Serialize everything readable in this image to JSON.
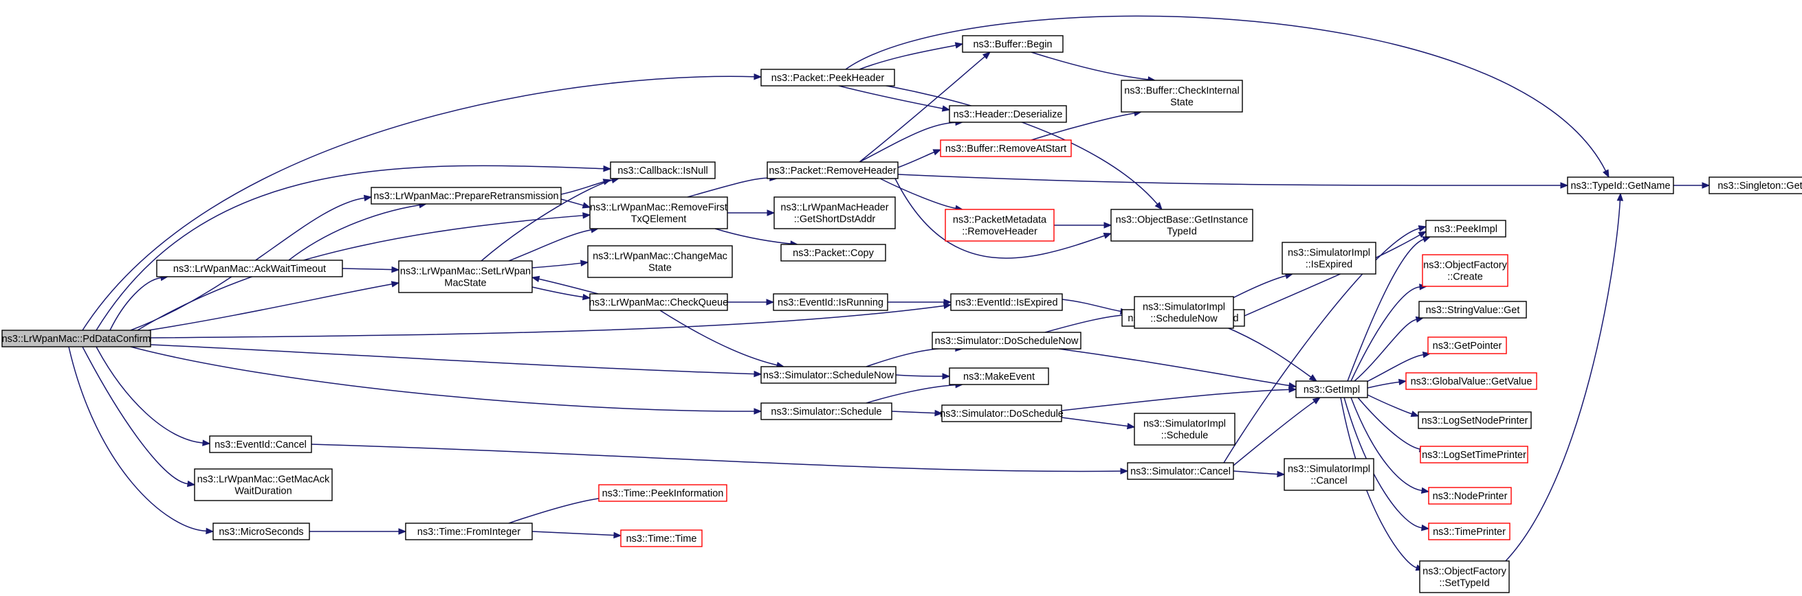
{
  "graph": {
    "nodes": {
      "root": {
        "lines": [
          "ns3::LrWpanMac::PdDataConfirm"
        ],
        "color": "#bfbfbf",
        "truncated": false
      },
      "peekHeader": {
        "lines": [
          "ns3::Packet::PeekHeader"
        ],
        "truncated": false
      },
      "bufferBegin": {
        "lines": [
          "ns3::Buffer::Begin"
        ],
        "truncated": false
      },
      "bufferCheckInternal": {
        "lines": [
          "ns3::Buffer::CheckInternal",
          "State"
        ],
        "truncated": false
      },
      "headerDeserialize": {
        "lines": [
          "ns3::Header::Deserialize"
        ],
        "truncated": false
      },
      "bufferRemoveAtStart": {
        "lines": [
          "ns3::Buffer::RemoveAtStart"
        ],
        "truncated": true
      },
      "callbackIsNull": {
        "lines": [
          "ns3::Callback::IsNull"
        ],
        "truncated": false
      },
      "packetRemoveHeader": {
        "lines": [
          "ns3::Packet::RemoveHeader"
        ],
        "truncated": false
      },
      "prepareRetransmission": {
        "lines": [
          "ns3::LrWpanMac::PrepareRetransmission"
        ],
        "truncated": false
      },
      "removeFirstTxQElement": {
        "lines": [
          "ns3::LrWpanMac::RemoveFirst",
          "TxQElement"
        ],
        "truncated": false
      },
      "getShortDstAddr": {
        "lines": [
          "ns3::LrWpanMacHeader",
          "::GetShortDstAddr"
        ],
        "truncated": false
      },
      "packetCopy": {
        "lines": [
          "ns3::Packet::Copy"
        ],
        "truncated": false
      },
      "packetMetadataRemoveHeader": {
        "lines": [
          "ns3::PacketMetadata",
          "::RemoveHeader"
        ],
        "truncated": true
      },
      "getInstanceTypeId": {
        "lines": [
          "ns3::ObjectBase::GetInstance",
          "TypeId"
        ],
        "truncated": false
      },
      "typeIdGetName": {
        "lines": [
          "ns3::TypeId::GetName"
        ],
        "truncated": false
      },
      "singletonGet": {
        "lines": [
          "ns3::Singleton::Get"
        ],
        "truncated": false
      },
      "ackWaitTimeout": {
        "lines": [
          "ns3::LrWpanMac::AckWaitTimeout"
        ],
        "truncated": false
      },
      "setLrWpanMacState": {
        "lines": [
          "ns3::LrWpanMac::SetLrWpan",
          "MacState"
        ],
        "truncated": false
      },
      "changeMacState": {
        "lines": [
          "ns3::LrWpanMac::ChangeMac",
          "State"
        ],
        "truncated": false
      },
      "checkQueue": {
        "lines": [
          "ns3::LrWpanMac::CheckQueue"
        ],
        "truncated": false
      },
      "eventIdIsRunning": {
        "lines": [
          "ns3::EventId::IsRunning"
        ],
        "truncated": false
      },
      "eventIdIsExpired": {
        "lines": [
          "ns3::EventId::IsExpired"
        ],
        "truncated": false
      },
      "simulatorImplIsExpired": {
        "lines": [
          "ns3::SimulatorImpl",
          "::IsExpired"
        ],
        "truncated": false
      },
      "simulatorIsExpired": {
        "lines": [
          "ns3::Simulator::IsExpired"
        ],
        "truncated": false
      },
      "peekImpl": {
        "lines": [
          "ns3::PeekImpl"
        ],
        "truncated": false
      },
      "objectFactoryCreate": {
        "lines": [
          "ns3::ObjectFactory",
          "::Create"
        ],
        "truncated": true
      },
      "simulatorImplScheduleNow": {
        "lines": [
          "ns3::SimulatorImpl",
          "::ScheduleNow"
        ],
        "truncated": false
      },
      "simulatorDoScheduleNow": {
        "lines": [
          "ns3::Simulator::DoScheduleNow"
        ],
        "truncated": false
      },
      "stringValueGet": {
        "lines": [
          "ns3::StringValue::Get"
        ],
        "truncated": false
      },
      "simulatorScheduleNow": {
        "lines": [
          "ns3::Simulator::ScheduleNow"
        ],
        "truncated": false
      },
      "makeEvent": {
        "lines": [
          "ns3::MakeEvent"
        ],
        "truncated": false
      },
      "getPointer": {
        "lines": [
          "ns3::GetPointer"
        ],
        "truncated": true
      },
      "getImpl": {
        "lines": [
          "ns3::GetImpl"
        ],
        "truncated": false
      },
      "globalValueGetValue": {
        "lines": [
          "ns3::GlobalValue::GetValue"
        ],
        "truncated": true
      },
      "simulatorSchedule": {
        "lines": [
          "ns3::Simulator::Schedule"
        ],
        "truncated": false
      },
      "simulatorDoSchedule": {
        "lines": [
          "ns3::Simulator::DoSchedule"
        ],
        "truncated": false
      },
      "logSetNodePrinter": {
        "lines": [
          "ns3::LogSetNodePrinter"
        ],
        "truncated": false
      },
      "simulatorImplSchedule": {
        "lines": [
          "ns3::SimulatorImpl",
          "::Schedule"
        ],
        "truncated": false
      },
      "eventIdCancel": {
        "lines": [
          "ns3::EventId::Cancel"
        ],
        "truncated": false
      },
      "logSetTimePrinter": {
        "lines": [
          "ns3::LogSetTimePrinter"
        ],
        "truncated": true
      },
      "simulatorCancel": {
        "lines": [
          "ns3::Simulator::Cancel"
        ],
        "truncated": false
      },
      "simulatorImplCancel": {
        "lines": [
          "ns3::SimulatorImpl",
          "::Cancel"
        ],
        "truncated": false
      },
      "getMacAckWaitDuration": {
        "lines": [
          "ns3::LrWpanMac::GetMacAck",
          "WaitDuration"
        ],
        "truncated": false
      },
      "nodePrinter": {
        "lines": [
          "ns3::NodePrinter"
        ],
        "truncated": true
      },
      "timePeekInformation": {
        "lines": [
          "ns3::Time::PeekInformation"
        ],
        "truncated": true
      },
      "microSeconds": {
        "lines": [
          "ns3::MicroSeconds"
        ],
        "truncated": false
      },
      "timeFromInteger": {
        "lines": [
          "ns3::Time::FromInteger"
        ],
        "truncated": false
      },
      "timeTime": {
        "lines": [
          "ns3::Time::Time"
        ],
        "truncated": true
      },
      "timePrinter": {
        "lines": [
          "ns3::TimePrinter"
        ],
        "truncated": true
      },
      "objectFactorySetTypeId": {
        "lines": [
          "ns3::ObjectFactory",
          "::SetTypeId"
        ],
        "truncated": false
      }
    },
    "edges": [
      [
        "root",
        "peekHeader"
      ],
      [
        "root",
        "callbackIsNull"
      ],
      [
        "root",
        "prepareRetransmission"
      ],
      [
        "root",
        "removeFirstTxQElement"
      ],
      [
        "root",
        "ackWaitTimeout"
      ],
      [
        "root",
        "setLrWpanMacState"
      ],
      [
        "root",
        "eventIdIsExpired"
      ],
      [
        "root",
        "simulatorScheduleNow"
      ],
      [
        "root",
        "simulatorSchedule"
      ],
      [
        "root",
        "eventIdCancel"
      ],
      [
        "root",
        "getMacAckWaitDuration"
      ],
      [
        "root",
        "microSeconds"
      ],
      [
        "peekHeader",
        "bufferBegin"
      ],
      [
        "peekHeader",
        "headerDeserialize"
      ],
      [
        "peekHeader",
        "getInstanceTypeId"
      ],
      [
        "peekHeader",
        "typeIdGetName"
      ],
      [
        "bufferBegin",
        "bufferCheckInternal"
      ],
      [
        "bufferRemoveAtStart",
        "bufferCheckInternal"
      ],
      [
        "packetRemoveHeader",
        "bufferBegin"
      ],
      [
        "packetRemoveHeader",
        "headerDeserialize"
      ],
      [
        "packetRemoveHeader",
        "bufferRemoveAtStart"
      ],
      [
        "packetRemoveHeader",
        "packetMetadataRemoveHeader"
      ],
      [
        "packetRemoveHeader",
        "getInstanceTypeId"
      ],
      [
        "packetRemoveHeader",
        "typeIdGetName"
      ],
      [
        "packetMetadataRemoveHeader",
        "getInstanceTypeId"
      ],
      [
        "typeIdGetName",
        "singletonGet"
      ],
      [
        "prepareRetransmission",
        "callbackIsNull"
      ],
      [
        "prepareRetransmission",
        "removeFirstTxQElement"
      ],
      [
        "removeFirstTxQElement",
        "packetRemoveHeader"
      ],
      [
        "removeFirstTxQElement",
        "getShortDstAddr"
      ],
      [
        "removeFirstTxQElement",
        "packetCopy"
      ],
      [
        "ackWaitTimeout",
        "prepareRetransmission"
      ],
      [
        "ackWaitTimeout",
        "setLrWpanMacState"
      ],
      [
        "setLrWpanMacState",
        "callbackIsNull"
      ],
      [
        "setLrWpanMacState",
        "removeFirstTxQElement"
      ],
      [
        "setLrWpanMacState",
        "changeMacState"
      ],
      [
        "setLrWpanMacState",
        "checkQueue"
      ],
      [
        "checkQueue",
        "setLrWpanMacState"
      ],
      [
        "checkQueue",
        "eventIdIsRunning"
      ],
      [
        "checkQueue",
        "simulatorScheduleNow"
      ],
      [
        "eventIdIsRunning",
        "eventIdIsExpired"
      ],
      [
        "eventIdIsExpired",
        "simulatorIsExpired"
      ],
      [
        "simulatorIsExpired",
        "simulatorImplIsExpired"
      ],
      [
        "simulatorIsExpired",
        "peekImpl"
      ],
      [
        "simulatorIsExpired",
        "getImpl"
      ],
      [
        "simulatorScheduleNow",
        "simulatorDoScheduleNow"
      ],
      [
        "simulatorScheduleNow",
        "makeEvent"
      ],
      [
        "simulatorDoScheduleNow",
        "simulatorImplScheduleNow"
      ],
      [
        "simulatorDoScheduleNow",
        "getImpl"
      ],
      [
        "simulatorSchedule",
        "makeEvent"
      ],
      [
        "simulatorSchedule",
        "simulatorDoSchedule"
      ],
      [
        "simulatorDoSchedule",
        "getImpl"
      ],
      [
        "simulatorDoSchedule",
        "simulatorImplSchedule"
      ],
      [
        "eventIdCancel",
        "simulatorCancel"
      ],
      [
        "simulatorCancel",
        "peekImpl"
      ],
      [
        "simulatorCancel",
        "getImpl"
      ],
      [
        "simulatorCancel",
        "simulatorImplCancel"
      ],
      [
        "getImpl",
        "peekImpl"
      ],
      [
        "getImpl",
        "objectFactoryCreate"
      ],
      [
        "getImpl",
        "stringValueGet"
      ],
      [
        "getImpl",
        "getPointer"
      ],
      [
        "getImpl",
        "globalValueGetValue"
      ],
      [
        "getImpl",
        "logSetNodePrinter"
      ],
      [
        "getImpl",
        "logSetTimePrinter"
      ],
      [
        "getImpl",
        "nodePrinter"
      ],
      [
        "getImpl",
        "timePrinter"
      ],
      [
        "getImpl",
        "objectFactorySetTypeId"
      ],
      [
        "objectFactorySetTypeId",
        "typeIdGetName"
      ],
      [
        "microSeconds",
        "timeFromInteger"
      ],
      [
        "timeFromInteger",
        "timePeekInformation"
      ],
      [
        "timeFromInteger",
        "timeTime"
      ]
    ]
  }
}
